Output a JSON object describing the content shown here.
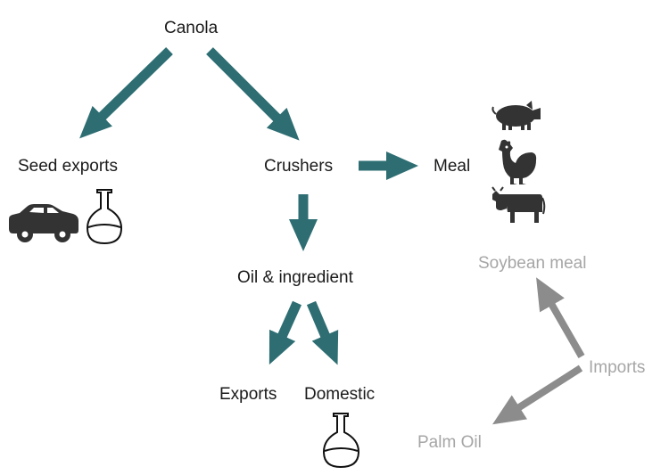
{
  "nodes": {
    "canola": "Canola",
    "seed_exports": "Seed exports",
    "crushers": "Crushers",
    "meal": "Meal",
    "oil_ingredient": "Oil & ingredient",
    "exports": "Exports",
    "domestic": "Domestic",
    "soybean_meal": "Soybean meal",
    "imports": "Imports",
    "palm_oil": "Palm Oil"
  },
  "icons": {
    "seed_exports": [
      "car-icon",
      "flask-icon"
    ],
    "meal": [
      "pig-icon",
      "chicken-icon",
      "cow-icon"
    ],
    "domestic": [
      "flask-icon"
    ]
  },
  "colors": {
    "main_arrow": "#2e6e73",
    "import_arrow": "#8c8c8c",
    "import_text": "#a6a6a6",
    "icon": "#333333",
    "text": "#1a1a1a"
  }
}
